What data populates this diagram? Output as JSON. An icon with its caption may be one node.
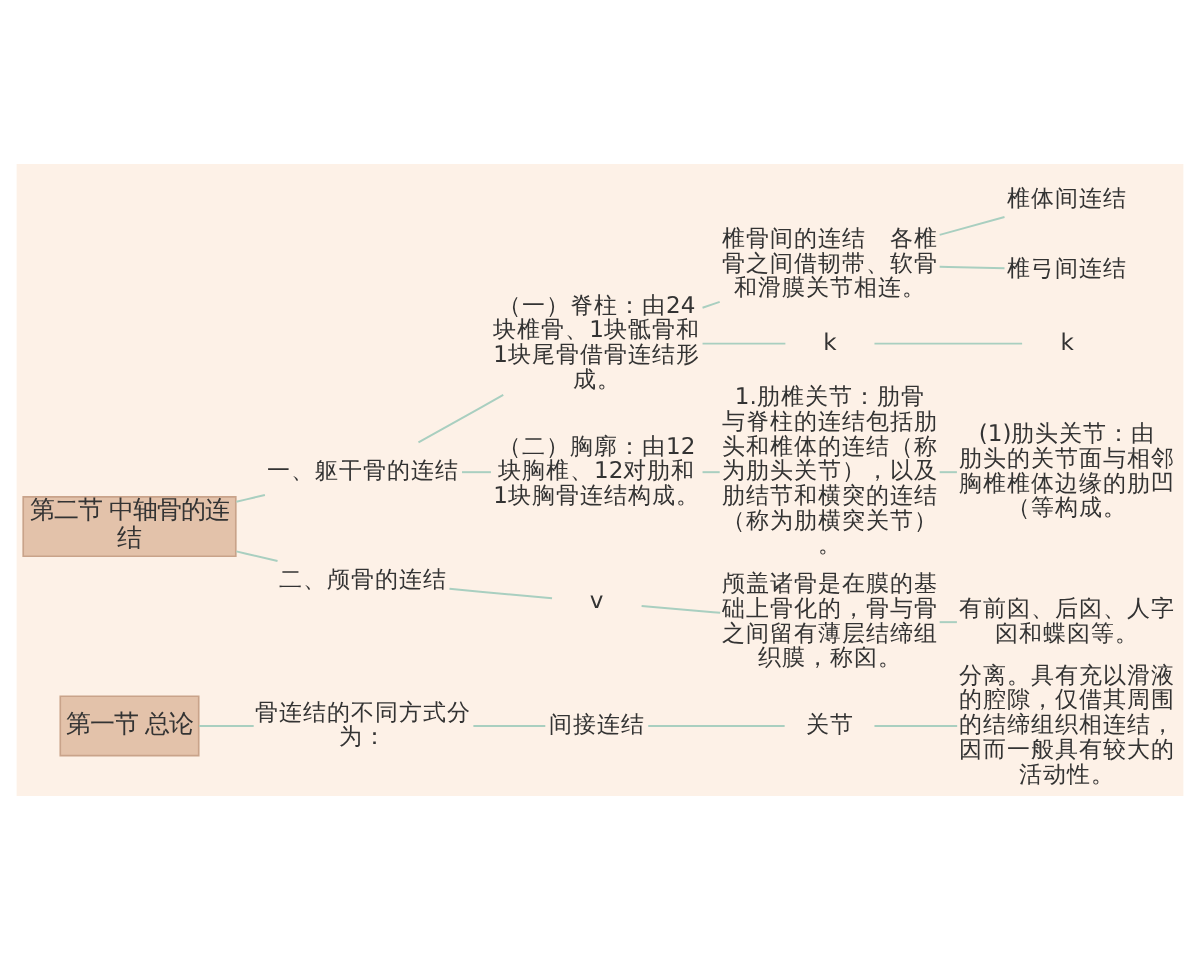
{
  "diagram": {
    "nodes": [
      {
        "text": [
          "第一节 总论"
        ]
      },
      {
        "text": [
          "骨连结的不同方式分为："
        ]
      },
      {
        "text": [
          "间接连结"
        ]
      },
      {
        "text": [
          "关节"
        ]
      },
      {
        "text": [
          "分离。具有充以滑液的腔隙，仅借其周围的结缔组织相连结，因而一般具有较大的活动性。"
        ]
      },
      {
        "text": [
          "第二节 中轴骨的连结"
        ]
      },
      {
        "text": [
          "一、躯干骨的连结"
        ]
      },
      {
        "text": [
          "（一）脊柱：由24块椎骨、1块骶骨和1块尾骨借骨连结形成。"
        ]
      },
      {
        "text": [
          "椎骨间的连结　各椎骨之间借韧带、软骨和滑膜关节相连。"
        ]
      },
      {
        "text": [
          "椎体间连结"
        ]
      },
      {
        "text": [
          "椎弓间连结"
        ]
      },
      {
        "text": [
          "k"
        ]
      },
      {
        "text": [
          "k"
        ]
      },
      {
        "text": [
          "（二）胸廓：由12块胸椎、12对肋和1块胸骨连结构成。"
        ]
      },
      {
        "text": [
          "1.肋椎关节：肋骨与脊柱的连结包括肋头和椎体的连结（称为肋头关节），以及肋结节和横突的连结（称为肋横突关节）。"
        ]
      },
      {
        "text": [
          "(1)肋头关节：由肋头的关节面与相邻胸椎椎体边缘的肋凹（等构成。"
        ]
      },
      {
        "text": [
          "二、颅骨的连结"
        ]
      },
      {
        "text": [
          "v"
        ]
      },
      {
        "text": [
          "颅盖诸骨是在膜的基础上骨化的，骨与骨之间留有薄层结缔组织膜，称囟。"
        ]
      },
      {
        "text": [
          "有前囟、后囟、人字囟和蝶囟等。"
        ]
      }
    ],
    "edges": [
      {
        "from": 0,
        "to": 1,
        "arrow": "none"
      },
      {
        "from": 1,
        "to": 2,
        "arrow": "none"
      },
      {
        "from": 2,
        "to": 3,
        "arrow": "none"
      },
      {
        "from": 3,
        "to": 4,
        "arrow": "none"
      },
      {
        "from": 5,
        "to": 6,
        "arrow": "none"
      },
      {
        "from": 6,
        "to": 7,
        "arrow": "none"
      },
      {
        "from": 7,
        "to": 8,
        "arrow": "none"
      },
      {
        "from": 8,
        "to": 9,
        "arrow": "none"
      },
      {
        "from": 8,
        "to": 10,
        "arrow": "none"
      },
      {
        "from": 7,
        "to": 11,
        "arrow": "none"
      },
      {
        "from": 11,
        "to": 12,
        "arrow": "none"
      },
      {
        "from": 6,
        "to": 13,
        "arrow": "none"
      },
      {
        "from": 13,
        "to": 14,
        "arrow": "none"
      },
      {
        "from": 14,
        "to": 15,
        "arrow": "none"
      },
      {
        "from": 5,
        "to": 16,
        "arrow": "none"
      },
      {
        "from": 16,
        "to": 17,
        "arrow": "none"
      },
      {
        "from": 17,
        "to": 18,
        "arrow": "none"
      },
      {
        "from": 18,
        "to": 19,
        "arrow": "none"
      }
    ]
  }
}
